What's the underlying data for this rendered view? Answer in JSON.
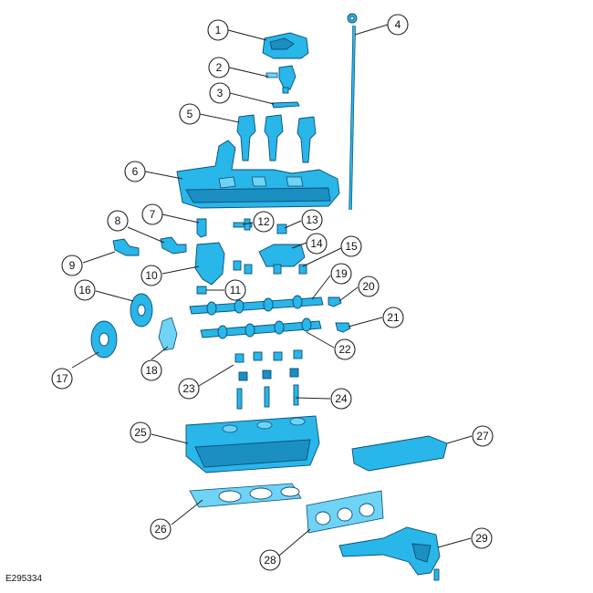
{
  "figure_id": "E295334",
  "callouts": [
    "1",
    "2",
    "3",
    "4",
    "5",
    "6",
    "7",
    "8",
    "9",
    "10",
    "11",
    "12",
    "13",
    "14",
    "15",
    "16",
    "17",
    "18",
    "19",
    "20",
    "21",
    "22",
    "23",
    "24",
    "25",
    "26",
    "27",
    "28",
    "29"
  ],
  "colors": {
    "part_fill": "#29b6e8",
    "part_outline": "#0a4f7a",
    "callout_stroke": "#222222"
  }
}
